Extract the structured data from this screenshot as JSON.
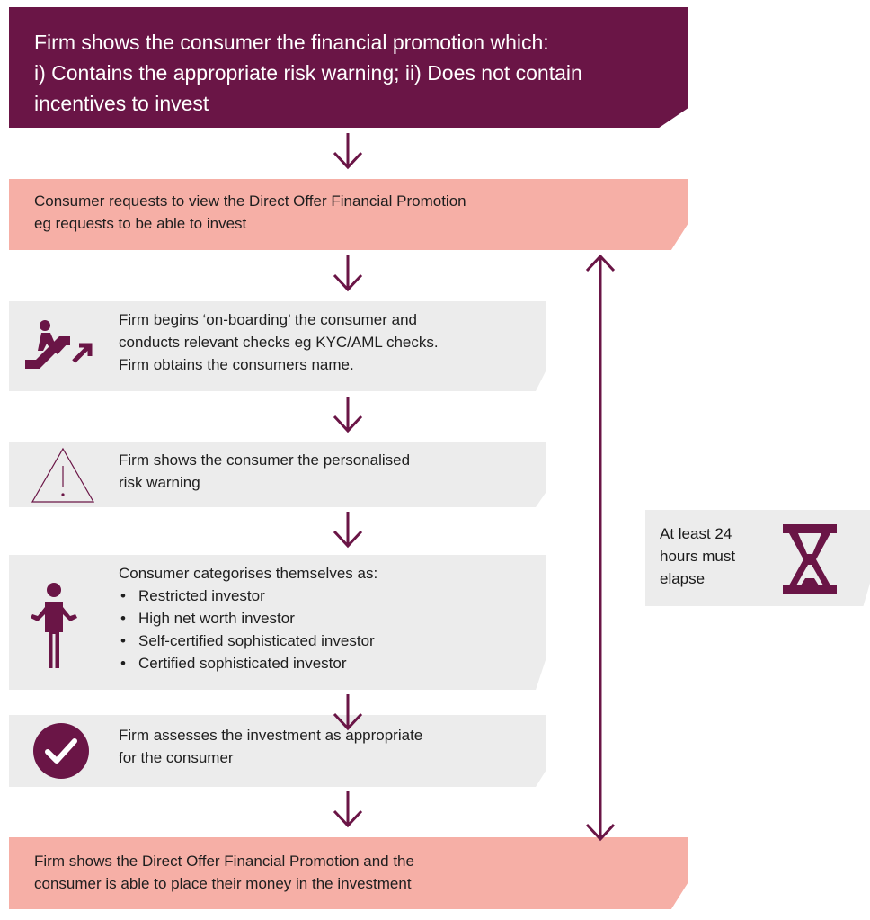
{
  "top_box": {
    "lines": [
      "Firm shows the consumer the financial promotion which:",
      "i) Contains the appropriate risk warning; ii) Does not contain",
      "incentives to invest"
    ]
  },
  "request_box": {
    "lines": [
      "Consumer requests to view the Direct Offer Financial Promotion",
      "eg requests to be able to invest"
    ]
  },
  "steps": {
    "onboarding": {
      "icon": "escalator-icon",
      "lines": [
        "Firm begins ‘on-boarding’ the consumer and",
        "conducts relevant checks eg KYC/AML checks.",
        "Firm obtains the consumers name."
      ]
    },
    "risk_warning": {
      "icon": "warning-triangle-icon",
      "lines": [
        "Firm shows the consumer the personalised",
        "risk warning"
      ]
    },
    "categorise": {
      "icon": "person-shrug-icon",
      "intro": "Consumer categorises themselves as:",
      "items": [
        "Restricted investor",
        "High net worth investor",
        "Self-certified sophisticated investor",
        "Certified sophisticated investor"
      ]
    },
    "appropriateness": {
      "icon": "check-circle-icon",
      "lines": [
        "Firm assesses the investment as appropriate",
        "for the consumer"
      ]
    }
  },
  "final_box": {
    "lines": [
      "Firm shows the Direct Offer Financial Promotion and the",
      "consumer is able to place their money in the investment"
    ]
  },
  "side_note": {
    "lines": [
      "At least 24",
      "hours must",
      "elapse"
    ],
    "icon": "hourglass-icon"
  },
  "colors": {
    "plum": "#6a1546",
    "salmon": "#f6afa6",
    "grey": "#ececec"
  }
}
